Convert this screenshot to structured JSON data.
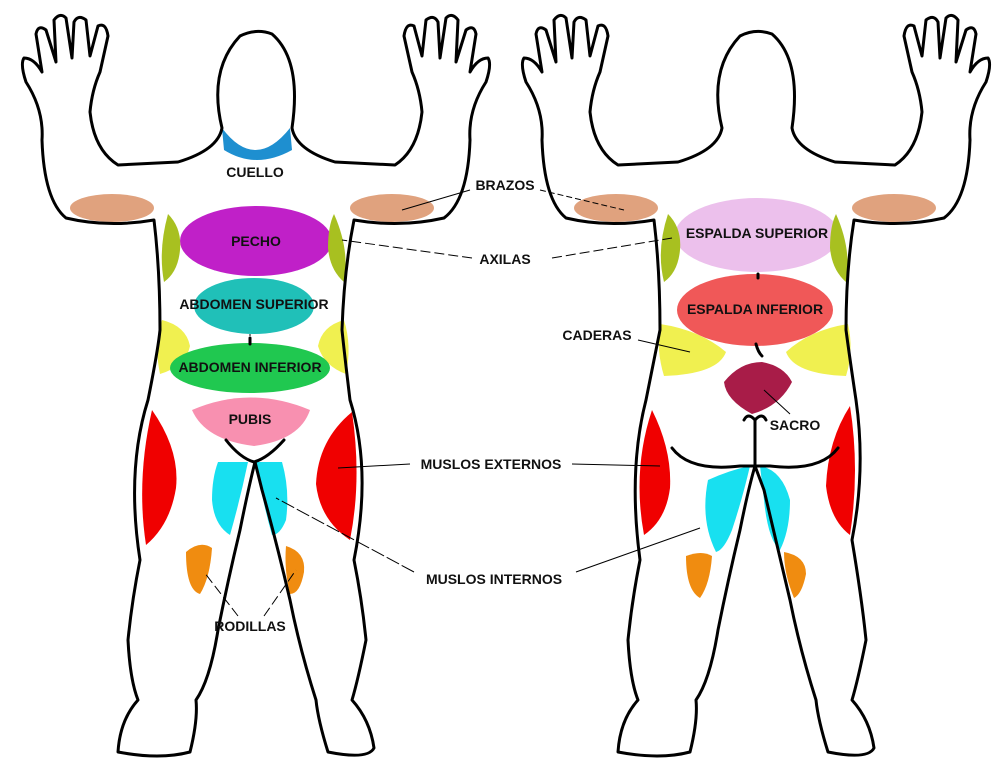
{
  "labels": {
    "cuello": "CUELLO",
    "brazos": "BRAZOS",
    "pecho": "PECHO",
    "axilas": "AXILAS",
    "abdomen_superior": "ABDOMEN SUPERIOR",
    "abdomen_inferior": "ABDOMEN INFERIOR",
    "pubis": "PUBIS",
    "muslos_externos": "MUSLOS EXTERNOS",
    "muslos_internos": "MUSLOS INTERNOS",
    "rodillas": "RODILLAS",
    "espalda_superior": "ESPALDA SUPERIOR",
    "espalda_inferior": "ESPALDA INFERIOR",
    "caderas": "CADERAS",
    "sacro": "SACRO"
  },
  "colors": {
    "cuello": "#1e8fd0",
    "brazos": "#e0a27e",
    "pecho": "#c020c8",
    "axilas": "#a8c020",
    "abdomen_superior": "#20c0b8",
    "abdomen_inferior": "#20c850",
    "pubis": "#f890b0",
    "muslos_externos": "#f00000",
    "muslos_internos": "#18e0f0",
    "rodillas": "#f08c10",
    "espalda_superior": "#ecc0ec",
    "espalda_inferior": "#f05858",
    "caderas": "#f0f050",
    "sacro": "#a81c48"
  }
}
